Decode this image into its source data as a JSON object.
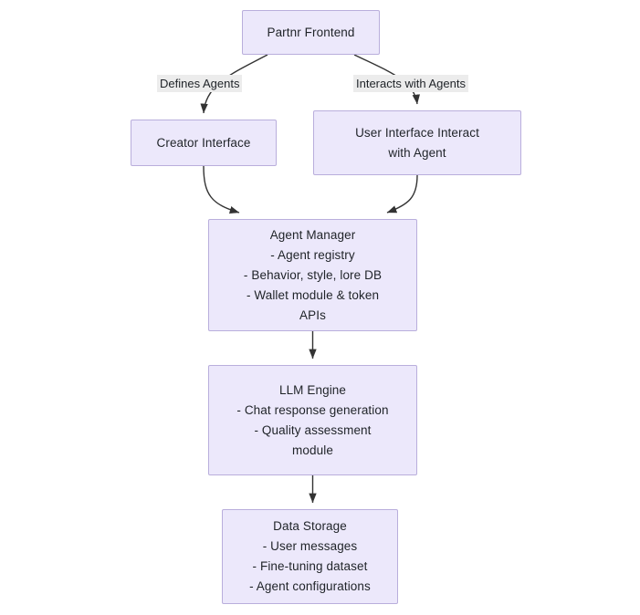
{
  "diagram": {
    "type": "flowchart",
    "direction": "top-down",
    "background_color": "#ffffff",
    "node_fill_color": "#ECE8FB",
    "node_border_color": "#B9AEDC",
    "edge_color": "#333333",
    "edge_label_background": "#ECECEC",
    "text_color": "#1f2328",
    "nodes": [
      {
        "id": "frontend",
        "title": "Partnr Frontend",
        "lines": [
          "Partnr Frontend"
        ]
      },
      {
        "id": "creator",
        "title": "Creator Interface",
        "lines": [
          "Creator Interface"
        ]
      },
      {
        "id": "userui",
        "title": "User Interface Interact with Agent",
        "lines": [
          "User Interface Interact",
          "with Agent"
        ]
      },
      {
        "id": "agentmgr",
        "title": "Agent Manager",
        "lines": [
          "Agent Manager",
          "- Agent registry",
          "- Behavior, style, lore DB",
          "- Wallet module & token",
          "APIs"
        ]
      },
      {
        "id": "llm",
        "title": "LLM Engine",
        "lines": [
          "LLM Engine",
          "- Chat response generation",
          "- Quality assessment",
          "module"
        ]
      },
      {
        "id": "storage",
        "title": "Data Storage",
        "lines": [
          "Data Storage",
          "- User messages",
          "- Fine-tuning dataset",
          "- Agent configurations"
        ]
      }
    ],
    "edges": [
      {
        "id": "e1",
        "from": "frontend",
        "to": "creator",
        "label": "Defines Agents"
      },
      {
        "id": "e2",
        "from": "frontend",
        "to": "userui",
        "label": "Interacts with Agents"
      },
      {
        "id": "e3",
        "from": "creator",
        "to": "agentmgr",
        "label": ""
      },
      {
        "id": "e4",
        "from": "userui",
        "to": "agentmgr",
        "label": ""
      },
      {
        "id": "e5",
        "from": "agentmgr",
        "to": "llm",
        "label": ""
      },
      {
        "id": "e6",
        "from": "llm",
        "to": "storage",
        "label": ""
      }
    ]
  }
}
